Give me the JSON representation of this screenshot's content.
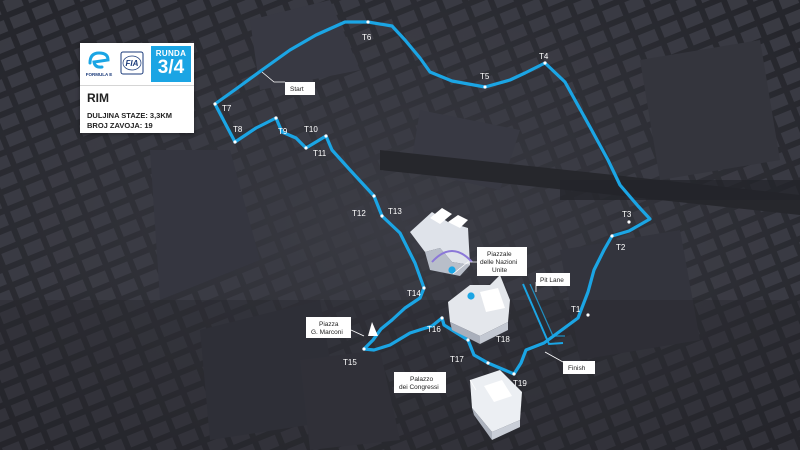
{
  "info_card": {
    "round_label": "RUNDA",
    "round_value": "3/4",
    "fe_logo_text": "FORMULA E",
    "fia_logo_text": "FIA",
    "city": "RIM",
    "track_length": "DULJINA STAZE: 3,3KM",
    "turn_count": "BROJ ZAVOJA: 19"
  },
  "turns": {
    "t1": "T1",
    "t2": "T2",
    "t3": "T3",
    "t4": "T4",
    "t5": "T5",
    "t6": "T6",
    "t7": "T7",
    "t8": "T8",
    "t9": "T9",
    "t10": "T10",
    "t11": "T11",
    "t12": "T12",
    "t13": "T13",
    "t14": "T14",
    "t15": "T15",
    "t16": "T16",
    "t17": "T17",
    "t18": "T18",
    "t19": "T19"
  },
  "callouts": {
    "start": "Start",
    "finish": "Finish",
    "pit_lane": "Pit Lane",
    "nazioni_line1": "Piazzale",
    "nazioni_line2": "delle Nazioni",
    "nazioni_line3": "Unite",
    "marconi_line1": "Piazza",
    "marconi_line2": "G. Marconi",
    "congressi_line1": "Palazzo",
    "congressi_line2": "dei Congressi"
  },
  "colors": {
    "background": "#2f3038",
    "track": "#1ba5e4",
    "round_box": "#1ba5e4",
    "building": "#3a3b44"
  }
}
